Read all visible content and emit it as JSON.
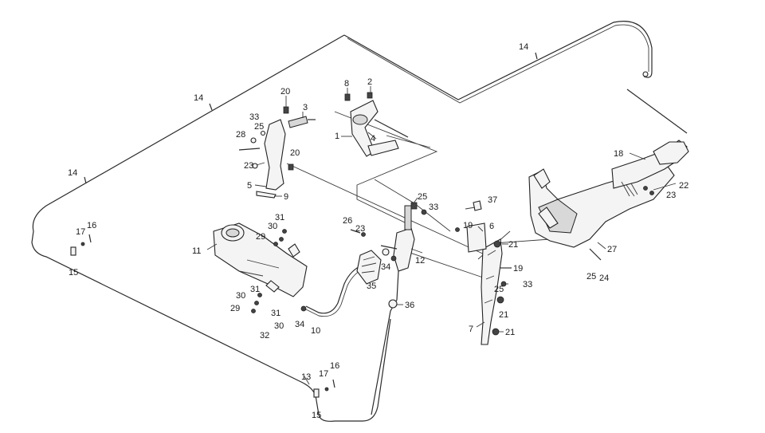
{
  "diagram": {
    "labels": [
      {
        "key": "l8",
        "text": "8"
      },
      {
        "key": "l2",
        "text": "2"
      },
      {
        "key": "l20a",
        "text": "20"
      },
      {
        "key": "l3",
        "text": "3"
      },
      {
        "key": "l33a",
        "text": "33"
      },
      {
        "key": "l25a",
        "text": "25"
      },
      {
        "key": "l28",
        "text": "28"
      },
      {
        "key": "l1",
        "text": "1"
      },
      {
        "key": "l4",
        "text": "4"
      },
      {
        "key": "l20b",
        "text": "20"
      },
      {
        "key": "l23a",
        "text": "23"
      },
      {
        "key": "l5",
        "text": "5"
      },
      {
        "key": "l9",
        "text": "9"
      },
      {
        "key": "l14a",
        "text": "14"
      },
      {
        "key": "l14b",
        "text": "14"
      },
      {
        "key": "l14c",
        "text": "14"
      },
      {
        "key": "l17a",
        "text": "17"
      },
      {
        "key": "l16a",
        "text": "16"
      },
      {
        "key": "l15a",
        "text": "15"
      },
      {
        "key": "l11",
        "text": "11"
      },
      {
        "key": "l31a",
        "text": "31"
      },
      {
        "key": "l30a",
        "text": "30"
      },
      {
        "key": "l29a",
        "text": "29"
      },
      {
        "key": "l26",
        "text": "26"
      },
      {
        "key": "l23b",
        "text": "23"
      },
      {
        "key": "l25b",
        "text": "25"
      },
      {
        "key": "l33b",
        "text": "33"
      },
      {
        "key": "l37",
        "text": "37"
      },
      {
        "key": "l19a",
        "text": "19"
      },
      {
        "key": "l6",
        "text": "6"
      },
      {
        "key": "l21a",
        "text": "21"
      },
      {
        "key": "l12",
        "text": "12"
      },
      {
        "key": "l34a",
        "text": "34"
      },
      {
        "key": "l35",
        "text": "35"
      },
      {
        "key": "l19b",
        "text": "19"
      },
      {
        "key": "l25c",
        "text": "25"
      },
      {
        "key": "l33c",
        "text": "33"
      },
      {
        "key": "l36",
        "text": "36"
      },
      {
        "key": "l21b",
        "text": "21"
      },
      {
        "key": "l7",
        "text": "7"
      },
      {
        "key": "l21c",
        "text": "21"
      },
      {
        "key": "l30b",
        "text": "30"
      },
      {
        "key": "l31b",
        "text": "31"
      },
      {
        "key": "l29b",
        "text": "29"
      },
      {
        "key": "l31c",
        "text": "31"
      },
      {
        "key": "l30c",
        "text": "30"
      },
      {
        "key": "l32",
        "text": "32"
      },
      {
        "key": "l34b",
        "text": "34"
      },
      {
        "key": "l10",
        "text": "10"
      },
      {
        "key": "l13",
        "text": "13"
      },
      {
        "key": "l17b",
        "text": "17"
      },
      {
        "key": "l16b",
        "text": "16"
      },
      {
        "key": "l15b",
        "text": "15"
      },
      {
        "key": "l18",
        "text": "18"
      },
      {
        "key": "l22",
        "text": "22"
      },
      {
        "key": "l23c",
        "text": "23"
      },
      {
        "key": "l27",
        "text": "27"
      },
      {
        "key": "l25d",
        "text": "25"
      },
      {
        "key": "l24",
        "text": "24"
      }
    ]
  }
}
